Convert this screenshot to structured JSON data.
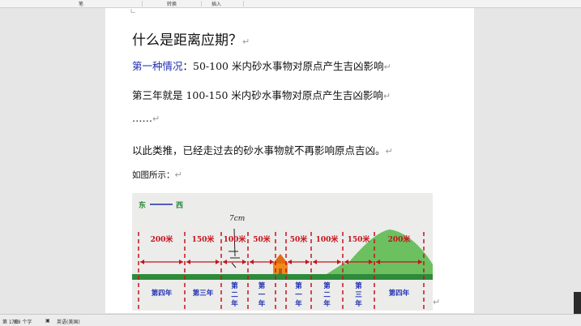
{
  "toolbar": {
    "group1": "笔",
    "group2": "转换",
    "group3": "插入"
  },
  "doc": {
    "heading": "什么是距离应期？",
    "line1_label": "第一种情况",
    "line1_text": "：50-100 米内砂水事物对原点产生吉凶影响",
    "line2_text": "第三年就是 100-150 米内砂水事物对原点产生吉凶影响",
    "line3_text": "……",
    "line4_text": "以此类推，已经走过去的砂水事物就不再影响原点吉凶。",
    "caption": "如图所示：",
    "return_mark": "↵"
  },
  "figure": {
    "direction_east": "东",
    "direction_west": "西",
    "handwritten": "7cm",
    "distance_labels": [
      "200米",
      "150米",
      "100米",
      "50米",
      "50米",
      "100米",
      "150米",
      "200米"
    ],
    "year_labels": [
      "第四年",
      "第三年",
      "第二年",
      "第一年",
      "第一年",
      "第二年",
      "第三年",
      "第四年"
    ],
    "colors": {
      "sky": "#ececeb",
      "ground": "#2e8b3a",
      "hill": "#6cc060",
      "house": "#f08a18",
      "red": "#c4141c",
      "blue_label": "#1f2fb0"
    }
  },
  "status": {
    "page": "第 1 页",
    "word_count": "769 个字",
    "language": "英语(美国)"
  }
}
